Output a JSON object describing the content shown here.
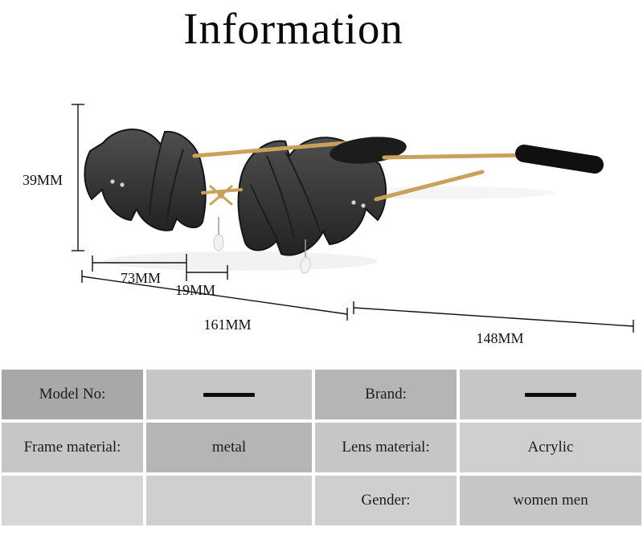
{
  "page": {
    "title": "Information"
  },
  "dimensions": {
    "lens_height": "39MM",
    "lens_width": "73MM",
    "bridge_width": "19MM",
    "frame_width": "161MM",
    "temple_length": "148MM"
  },
  "product": {
    "illustration": "bat-wing-rimless-sunglasses",
    "colors": {
      "lens": "#353535",
      "frame_metal": "#c9a15a",
      "temple_tip": "#101010"
    }
  },
  "table": {
    "rows": [
      [
        "Model No:",
        "",
        "Brand:",
        ""
      ],
      [
        "Frame material:",
        "metal",
        "Lens material:",
        "Acrylic"
      ],
      [
        "",
        "",
        "Gender:",
        "women men"
      ]
    ]
  }
}
